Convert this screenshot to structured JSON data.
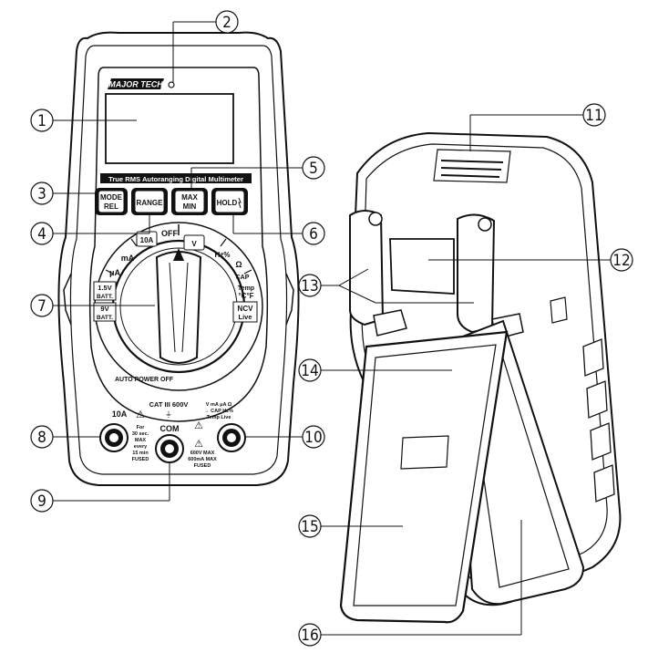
{
  "figure": {
    "callouts": [
      "1",
      "2",
      "3",
      "4",
      "5",
      "6",
      "7",
      "8",
      "9",
      "10",
      "11",
      "12",
      "13",
      "14",
      "15",
      "16"
    ]
  },
  "device_front": {
    "logo": "MAJOR TECH",
    "title": "True RMS Autoranging Digital Multimeter",
    "buttons": {
      "mode": [
        "MODE",
        "REL"
      ],
      "range": "RANGE",
      "maxmin": [
        "MAX",
        "MIN"
      ],
      "hold": "HOLD"
    },
    "dial": {
      "off": "OFF",
      "ten_a": "10A",
      "ma": "mA",
      "ua": "μA",
      "batt15": [
        "1.5V",
        "BATT."
      ],
      "batt9": [
        "9V",
        "BATT."
      ],
      "v": "V",
      "hz": "Hz%",
      "ohm": "Ω",
      "cap": "CAP",
      "temp": [
        "Temp",
        "°C°F"
      ],
      "ncv": [
        "NCV",
        "Live"
      ]
    },
    "auto_power_off": "AUTO POWER OFF",
    "cat": "CAT III 600V",
    "terminals": {
      "ten_a_label": "10A",
      "com_label": "COM",
      "v_label": [
        "V mA μA Ω",
        "→ CAP Hz%",
        "Temp Live"
      ],
      "warn_left": [
        "For",
        "30 sec.",
        "MAX",
        "every",
        "15 min",
        "FUSED"
      ],
      "warn_right": [
        "600V MAX",
        "600mA MAX",
        "FUSED"
      ]
    }
  }
}
